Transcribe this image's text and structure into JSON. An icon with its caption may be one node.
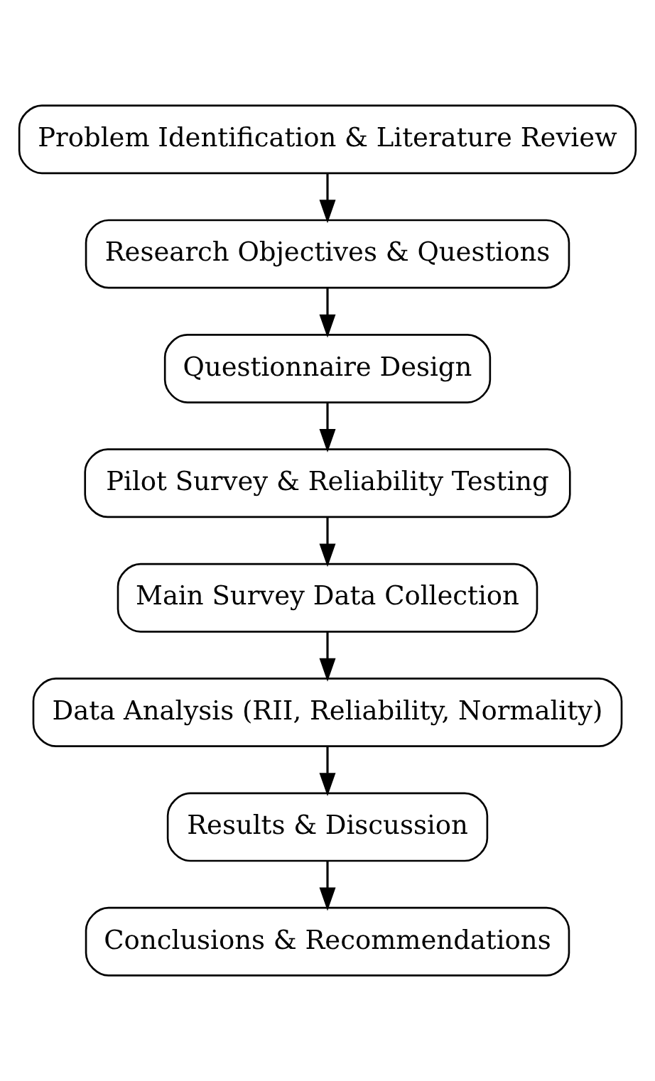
{
  "diagram": {
    "nodes": [
      {
        "text": [
          "Problem Identification & Literature Review"
        ]
      },
      {
        "text": [
          "Research Objectives & Questions"
        ]
      },
      {
        "text": [
          "Questionnaire Design"
        ]
      },
      {
        "text": [
          "Pilot Survey & Reliability Testing"
        ]
      },
      {
        "text": [
          "Main Survey Data Collection"
        ]
      },
      {
        "text": [
          "Data Analysis (RII, Reliability, Normality)"
        ]
      },
      {
        "text": [
          "Results & Discussion"
        ]
      },
      {
        "text": [
          "Conclusions & Recommendations"
        ]
      }
    ],
    "edges": [
      {
        "from": 0,
        "to": 1,
        "arrow": "to"
      },
      {
        "from": 1,
        "to": 2,
        "arrow": "to"
      },
      {
        "from": 2,
        "to": 3,
        "arrow": "to"
      },
      {
        "from": 3,
        "to": 4,
        "arrow": "to"
      },
      {
        "from": 4,
        "to": 5,
        "arrow": "to"
      },
      {
        "from": 5,
        "to": 6,
        "arrow": "to"
      },
      {
        "from": 6,
        "to": 7,
        "arrow": "to"
      }
    ]
  }
}
